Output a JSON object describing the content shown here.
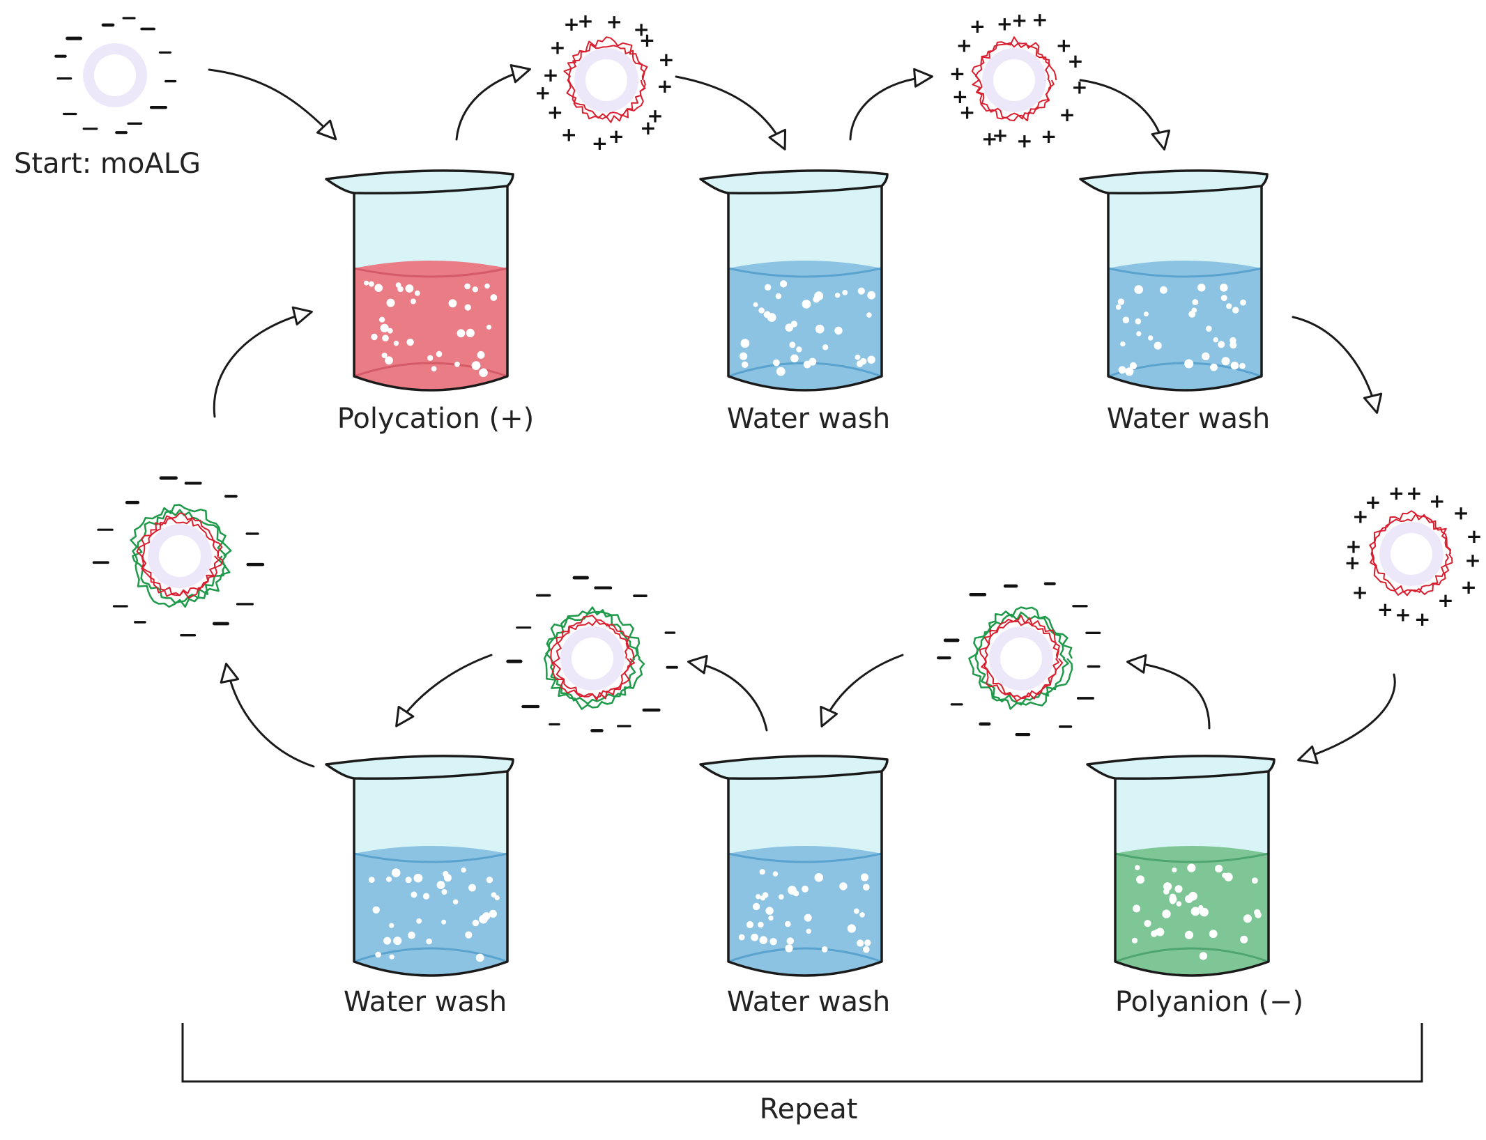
{
  "start_label": "Start: moALG",
  "beakers": [
    {
      "label": "Polycation (+)",
      "liquid": "#ea7c86",
      "liquid_dark": "#d35a66"
    },
    {
      "label": "Water wash",
      "liquid": "#8cc3e2",
      "liquid_dark": "#5aa3cf"
    },
    {
      "label": "Water wash",
      "liquid": "#8cc3e2",
      "liquid_dark": "#5aa3cf"
    },
    {
      "label": "Polyanion (−)",
      "liquid": "#7fc697",
      "liquid_dark": "#4ea56f"
    },
    {
      "label": "Water wash",
      "liquid": "#8cc3e2",
      "liquid_dark": "#5aa3cf"
    },
    {
      "label": "Water wash",
      "liquid": "#8cc3e2",
      "liquid_dark": "#5aa3cf"
    }
  ],
  "repeat_label": "Repeat",
  "colors": {
    "glass": "#d8f4f7",
    "outline": "#1a1a1a",
    "core": "#ece8fa",
    "polycation_layer": "#d81e2f",
    "polyanion_layer": "#1f9a4a"
  },
  "particles": [
    {
      "name": "particle-moalg",
      "charge": "−",
      "layers": []
    },
    {
      "name": "particle-polycation-coated",
      "charge": "+",
      "layers": [
        "polycation"
      ]
    },
    {
      "name": "particle-polycation-washed",
      "charge": "+",
      "layers": [
        "polycation"
      ]
    },
    {
      "name": "particle-before-polyanion",
      "charge": "+",
      "layers": [
        "polycation"
      ]
    },
    {
      "name": "particle-polyanion-coated",
      "charge": "−",
      "layers": [
        "polycation",
        "polyanion"
      ]
    },
    {
      "name": "particle-polyanion-washed",
      "charge": "−",
      "layers": [
        "polycation",
        "polyanion"
      ]
    },
    {
      "name": "particle-bilayer-final",
      "charge": "−",
      "layers": [
        "polycation",
        "polyanion"
      ]
    }
  ]
}
